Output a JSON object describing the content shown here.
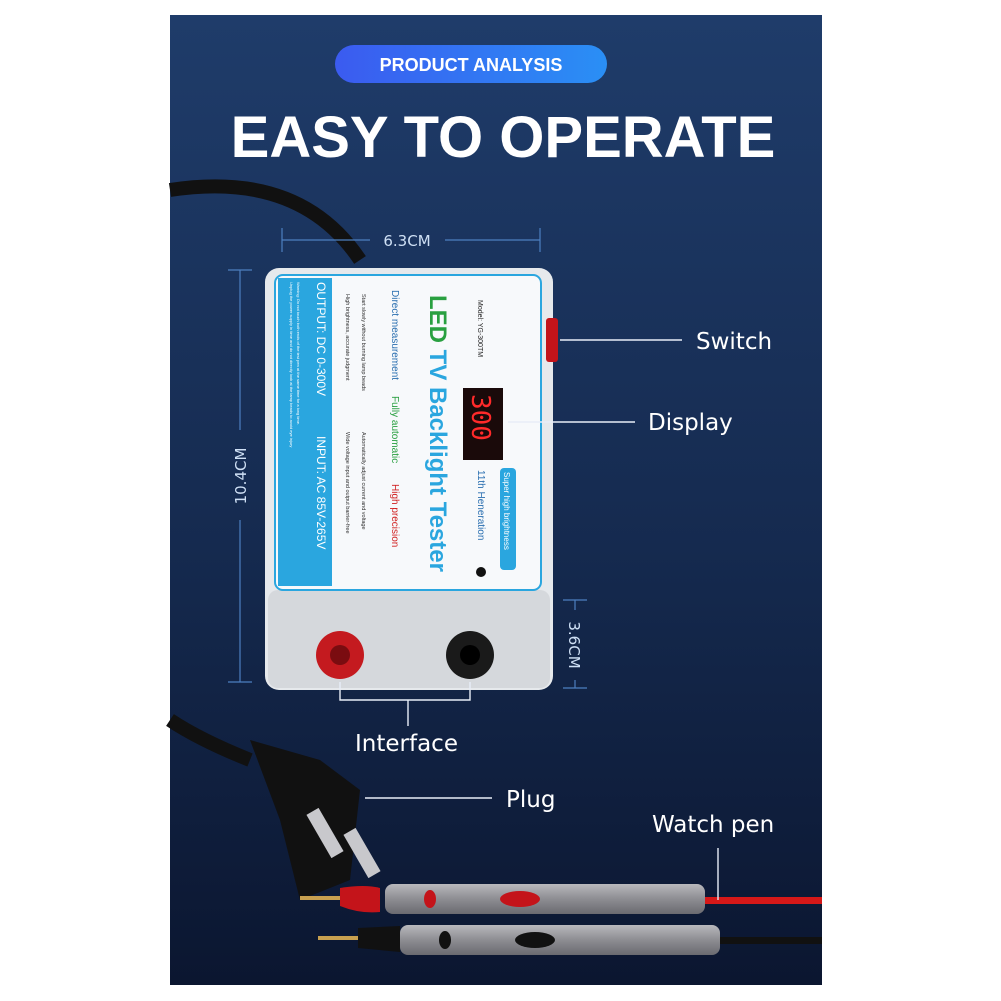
{
  "badge": "PRODUCT ANALYSIS",
  "headline": "EASY TO OPERATE",
  "dimensions": {
    "width": "6.3CM",
    "height": "10.4CM",
    "depth": "3.6CM"
  },
  "callouts": {
    "switch": "Switch",
    "display": "Display",
    "interface": "Interface",
    "plug": "Plug",
    "watch_pen": "Watch pen"
  },
  "device": {
    "model": "Model: YG-300TM",
    "title_led": "LED",
    "title_rest": " TV Backlight Tester",
    "generation": "11th Heneration",
    "badge": "Super high brightness",
    "display_value": "300",
    "feature1": "Direct measurement",
    "feature2": "Fully automatic",
    "feature3": "High precision",
    "bullet1": "Start slowly without burning lamp beads",
    "bullet2": "Automatically adjust current and voltage",
    "bullet3": "High brightness, accurate judgment",
    "bullet4": "Wide voltage input and output barrier-free",
    "output": "OUTPUT: DC 0-300V",
    "input": "INPUT: AC 85V-265V",
    "warning1": "Warning: Do not touch both ends of the test pen at the same time for a long time.",
    "warning2": "Unplug the power supply in time and do not directly look at the lamp beads to avoid eye injury"
  },
  "colors": {
    "accent": "#2d6ff0",
    "panel_top": "#1f3c6a",
    "panel_bottom": "#0c1830",
    "label_blue": "#2aa6df"
  }
}
